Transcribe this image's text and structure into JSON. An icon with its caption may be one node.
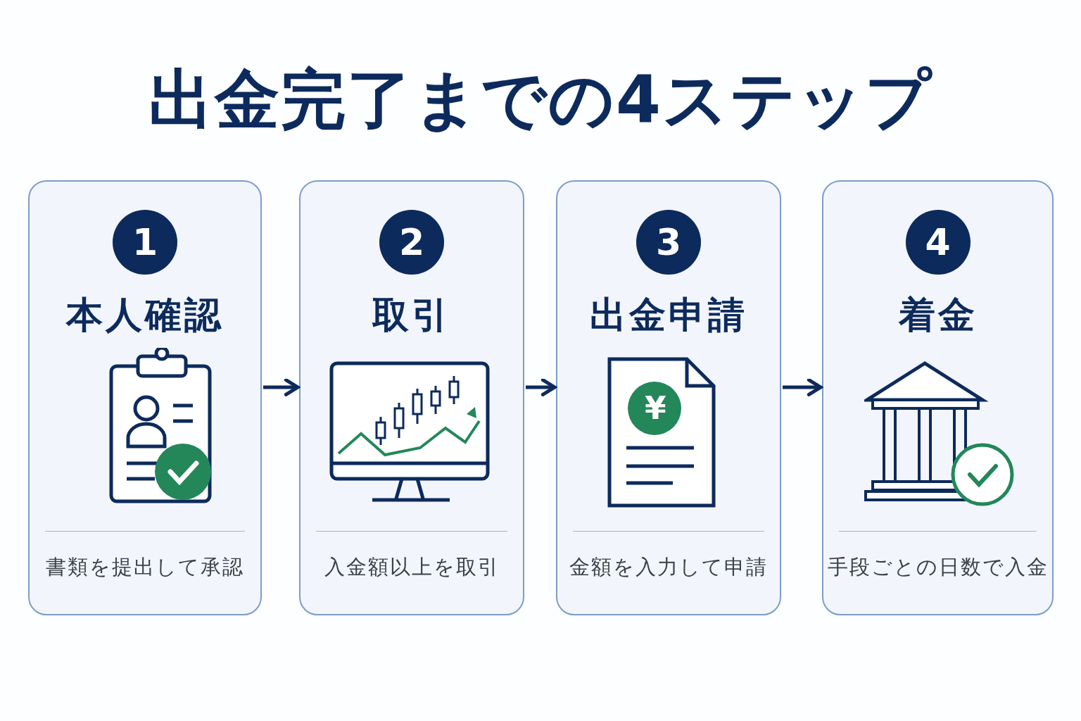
{
  "diagram": {
    "title": "出金完了までの4ステップ",
    "nodes": [
      {
        "text": [
          "1",
          "本人確認",
          "書類を提出して承認"
        ]
      },
      {
        "text": [
          "2",
          "取引",
          "入金額以上を取引"
        ]
      },
      {
        "text": [
          "3",
          "出金申請",
          "金額を入力して申請"
        ]
      },
      {
        "text": [
          "4",
          "着金",
          "手段ごとの日数で入金"
        ]
      }
    ],
    "edges": [
      {
        "from": 0,
        "to": 1,
        "arrow": "to"
      },
      {
        "from": 1,
        "to": 2,
        "arrow": "to"
      },
      {
        "from": 2,
        "to": 3,
        "arrow": "to"
      }
    ],
    "labels": [
      "¥"
    ]
  }
}
